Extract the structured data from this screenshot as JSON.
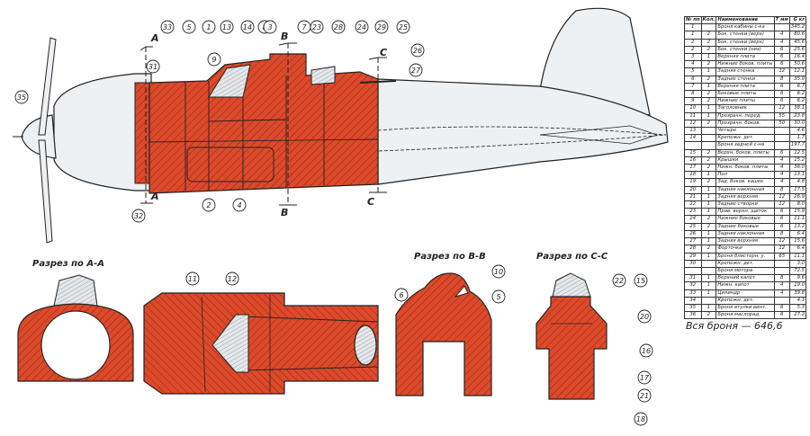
{
  "colors": {
    "armor": "#dd4a2b",
    "glass": "#d8dde0",
    "line": "#222222",
    "hatch": "#8a2410"
  },
  "sections": {
    "aa": {
      "title": "Разрез по A-A"
    },
    "bb": {
      "title": "Разрез по B-B"
    },
    "cc": {
      "title": "Разрез по C-C"
    }
  },
  "cut_marks": {
    "a": "A",
    "b": "B",
    "c": "C"
  },
  "callouts": {
    "profile": [
      "35",
      "31",
      "33",
      "5",
      "1",
      "13",
      "14",
      "8",
      "7",
      "23",
      "28",
      "24",
      "29",
      "25",
      "26",
      "27",
      "9",
      "32",
      "2",
      "4",
      "3"
    ],
    "plan": [
      "11",
      "12"
    ],
    "bb": [
      "10",
      "5",
      "6"
    ],
    "cc": [
      "22",
      "15",
      "20",
      "16",
      "17",
      "21",
      "18"
    ]
  },
  "table": {
    "header": {
      "no": "№ пп",
      "pos": "Кол.",
      "name": "Наименование",
      "thk": "T мм",
      "w": "G кг"
    },
    "rows": [
      {
        "no": "1",
        "pos": "",
        "name": "Броня кабины  с-ка",
        "thk": "",
        "w": "345.2"
      },
      {
        "no": "1",
        "pos": "2",
        "name": "Бок. стенки (верх)",
        "thk": "4",
        "w": "80.6"
      },
      {
        "no": "2",
        "pos": "2",
        "name": "Бок. стенки (верх)",
        "thk": "4",
        "w": "45.6"
      },
      {
        "no": "2",
        "pos": "2",
        "name": "Бок. стенки (низ)",
        "thk": "6",
        "w": "25.6"
      },
      {
        "no": "3",
        "pos": "1",
        "name": "Верхняя плита",
        "thk": "6",
        "w": "16.4"
      },
      {
        "no": "4",
        "pos": "2",
        "name": "Нижние боков. плиты",
        "thk": "6",
        "w": "50.6"
      },
      {
        "no": "5",
        "pos": "1",
        "name": "Задняя стенка",
        "thk": "12",
        "w": "12.1"
      },
      {
        "no": "6",
        "pos": "2",
        "name": "Задние стенки",
        "thk": "8",
        "w": "35.9"
      },
      {
        "no": "7",
        "pos": "1",
        "name": "Верхняя плита",
        "thk": "6",
        "w": "6.7"
      },
      {
        "no": "8",
        "pos": "2",
        "name": "Боковые плиты",
        "thk": "6",
        "w": "6.2"
      },
      {
        "no": "9",
        "pos": "2",
        "name": "Нижние плиты",
        "thk": "6",
        "w": "6.2"
      },
      {
        "no": "10",
        "pos": "1",
        "name": "Заголовник",
        "thk": "12",
        "w": "38.1"
      },
      {
        "no": "11",
        "pos": "1",
        "name": "Прозрачн. перед.",
        "thk": "55",
        "w": "23.8"
      },
      {
        "no": "12",
        "pos": "2",
        "name": "Прозрачн. боков.",
        "thk": "50",
        "w": "30.0"
      },
      {
        "no": "13",
        "pos": "",
        "name": "Четыре",
        "thk": "",
        "w": "4.6"
      },
      {
        "no": "14",
        "pos": "",
        "name": "Крепежн. дет.",
        "thk": "",
        "w": "1.7"
      },
      {
        "no": "",
        "pos": "",
        "name": "Броня задней с-на",
        "thk": "",
        "w": "197.7"
      },
      {
        "no": "15",
        "pos": "2",
        "name": "Верхн. боков. плиты",
        "thk": "6",
        "w": "12.5"
      },
      {
        "no": "16",
        "pos": "2",
        "name": "Крышки",
        "thk": "4",
        "w": "15.2"
      },
      {
        "no": "17",
        "pos": "2",
        "name": "Нижн. боков. плиты",
        "thk": "4",
        "w": "36.0"
      },
      {
        "no": "18",
        "pos": "1",
        "name": "Пол",
        "thk": "4",
        "w": "13.1"
      },
      {
        "no": "19",
        "pos": "2",
        "name": "Зад. боков. кашкк",
        "thk": "4",
        "w": "4.8"
      },
      {
        "no": "20",
        "pos": "1",
        "name": "Задняя наклонная",
        "thk": "8",
        "w": "17.5"
      },
      {
        "no": "21",
        "pos": "1",
        "name": "Задняя верхняя",
        "thk": "12",
        "w": "26.9"
      },
      {
        "no": "22",
        "pos": "1",
        "name": "Задние створки",
        "thk": "12",
        "w": "8.0"
      },
      {
        "no": "23",
        "pos": "1",
        "name": "Прав. верхн. щиток",
        "thk": "6",
        "w": "15.9"
      },
      {
        "no": "24",
        "pos": "2",
        "name": "Нижние боковые",
        "thk": "6",
        "w": "11.1"
      },
      {
        "no": "25",
        "pos": "2",
        "name": "Задние боковые",
        "thk": "6",
        "w": "13.2"
      },
      {
        "no": "26",
        "pos": "1",
        "name": "Задняя наклонная",
        "thk": "8",
        "w": "6.4"
      },
      {
        "no": "27",
        "pos": "1",
        "name": "Задняя верхняя",
        "thk": "12",
        "w": "15.6"
      },
      {
        "no": "28",
        "pos": "2",
        "name": "Форточки",
        "thk": "12",
        "w": "6.4"
      },
      {
        "no": "29",
        "pos": "1",
        "name": "Броня блистерн. у.",
        "thk": "65",
        "w": "11.1"
      },
      {
        "no": "30",
        "pos": "",
        "name": "Крепежн. дет.",
        "thk": "",
        "w": "3.0"
      },
      {
        "no": "",
        "pos": "",
        "name": "Броня мотора",
        "thk": "",
        "w": "72.5"
      },
      {
        "no": "31",
        "pos": "1",
        "name": "Верхний капот",
        "thk": "8",
        "w": "9.6"
      },
      {
        "no": "32",
        "pos": "1",
        "name": "Нижн. капот",
        "thk": "4",
        "w": "19.0"
      },
      {
        "no": "33",
        "pos": "1",
        "name": "Цилиндр",
        "thk": "4",
        "w": "39.8"
      },
      {
        "no": "34",
        "pos": "",
        "name": "Крепежн. дет.",
        "thk": "",
        "w": "4.1"
      },
      {
        "no": "35",
        "pos": "1",
        "name": "Броня втулки винт.",
        "thk": "6",
        "w": "5.3"
      },
      {
        "no": "36",
        "pos": "2",
        "name": "Броня маслорад.",
        "thk": "6",
        "w": "27.2"
      }
    ]
  },
  "total": "Вся броня — 646,6"
}
